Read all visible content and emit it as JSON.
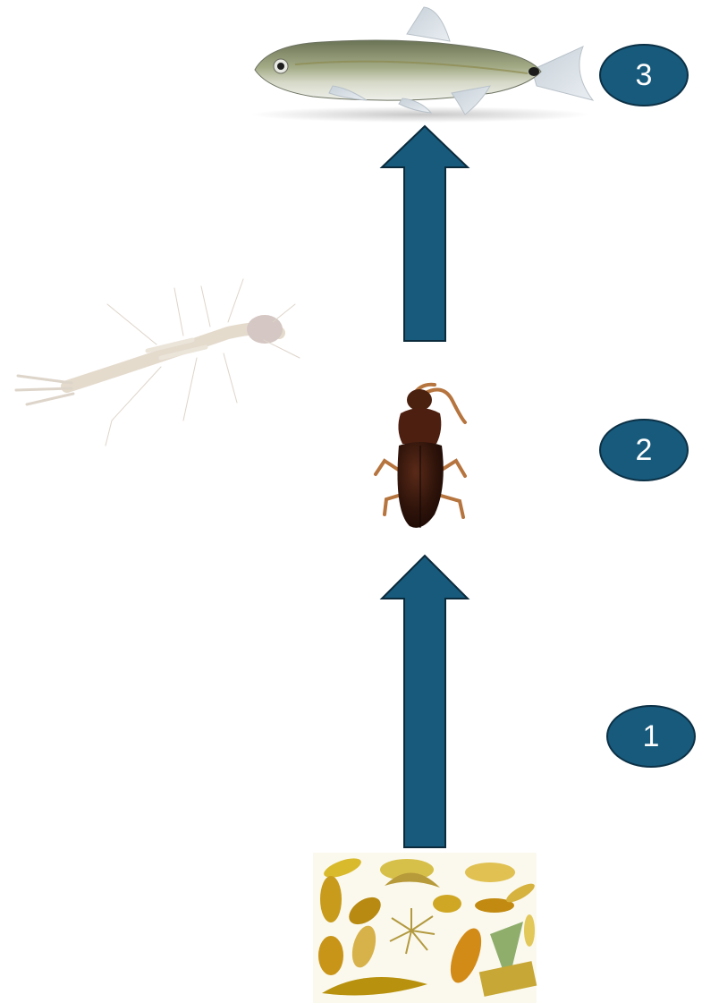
{
  "diagram": {
    "levels": [
      {
        "rank": "3",
        "organism": "fish"
      },
      {
        "rank": "2",
        "organism": "beetle"
      },
      {
        "rank": "1",
        "organism": "diatoms"
      }
    ],
    "faded_organism": "dragonfly-nymph",
    "colors": {
      "badge_fill": "#175a7c",
      "badge_border": "#0c3146",
      "arrow_fill": "#175a7c",
      "arrow_border": "#0b2a3b"
    }
  }
}
